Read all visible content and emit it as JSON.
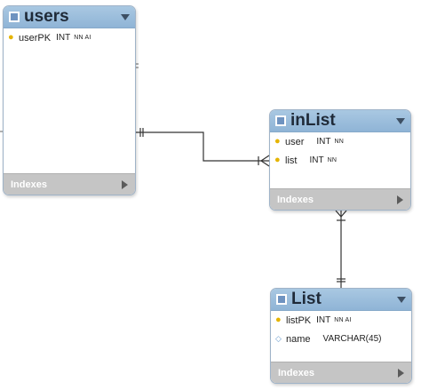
{
  "tables": {
    "users": {
      "name": "users",
      "columns": [
        {
          "icon": "key-icon",
          "name": "userPK",
          "type": "INT",
          "flags": "NN AI"
        }
      ],
      "indexes_label": "Indexes"
    },
    "inList": {
      "name": "inList",
      "columns": [
        {
          "icon": "key-icon",
          "name": "user",
          "type": "INT",
          "flags": "NN"
        },
        {
          "icon": "key-icon",
          "name": "list",
          "type": "INT",
          "flags": "NN"
        }
      ],
      "indexes_label": "Indexes"
    },
    "List": {
      "name": "List",
      "columns": [
        {
          "icon": "key-icon",
          "name": "listPK",
          "type": "INT",
          "flags": "NN AI"
        },
        {
          "icon": "diamond-icon",
          "name": "name",
          "type": "VARCHAR(45)",
          "flags": ""
        }
      ],
      "indexes_label": "Indexes"
    }
  },
  "relationships": [
    {
      "from": "users",
      "from_card": "one",
      "to": "inList",
      "to_card": "many"
    },
    {
      "from": "List",
      "from_card": "one",
      "to": "inList",
      "to_card": "many"
    }
  ],
  "colors": {
    "header": "#9bbcdc",
    "indexes_bar": "#c5c5c5",
    "key": "#e5b400",
    "connector": "#333333"
  }
}
